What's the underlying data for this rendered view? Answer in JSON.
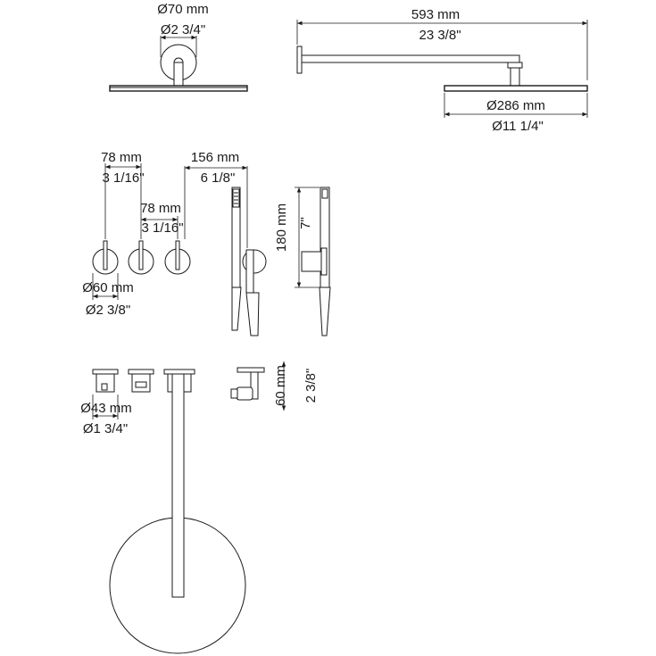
{
  "overhead_shower_front": {
    "dia_mm": "Ø70 mm",
    "dia_in": "Ø2 3/4\""
  },
  "overhead_shower_side": {
    "arm_mm": "593 mm",
    "arm_in": "23 3/8\"",
    "head_mm": "Ø286 mm",
    "head_in": "Ø11 1/4\""
  },
  "mixer_front": {
    "spacing_mm": "78 mm",
    "spacing_in": "3 1/16\"",
    "spacing2_mm": "78 mm",
    "spacing2_in": "3 1/16\"",
    "handle_mm": "Ø60 mm",
    "handle_in": "Ø2 3/8\""
  },
  "hand_shower_front": {
    "width_mm": "156 mm",
    "width_in": "6 1/8\""
  },
  "hand_shower_side": {
    "height_mm": "180 mm",
    "height_in": "7\""
  },
  "mixer_top": {
    "dia_mm": "Ø43 mm",
    "dia_in": "Ø1 3/4\""
  },
  "holder_side": {
    "depth_mm": "60 mm",
    "depth_in": "2 3/8\""
  }
}
